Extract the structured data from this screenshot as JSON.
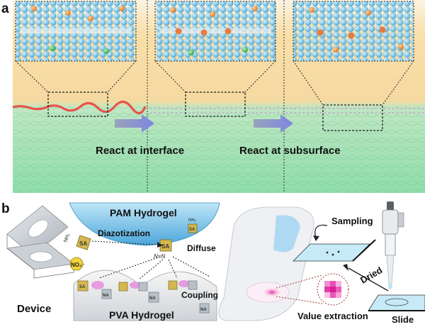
{
  "panel_a": {
    "label": "a",
    "caption_interface": "React at interface",
    "caption_subsurface": "React at subsurface"
  },
  "panel_b": {
    "label": "b",
    "pam_hydrogel": "PAM Hydrogel",
    "pva_hydrogel": "PVA Hydrogel",
    "diazotization": "Diazotization",
    "diffuse": "Diffuse",
    "coupling": "Coupling",
    "device": "Device",
    "sampling": "Sampling",
    "dried": "Dried",
    "slide": "Slide",
    "value_extraction": "Value extraction",
    "sa": "SA",
    "na": "NA",
    "no2": "NO₂⁻",
    "nh2": "NH₂",
    "n_eq_n": "N=N"
  },
  "colors": {
    "gel_top": "#f7d79c",
    "gel_bottom": "#9fe3b5",
    "sphere": "#7cc7ea",
    "interface_line": "#e8544a",
    "pink_layer": "#f3b7e8",
    "arrow": "#8a97c9",
    "pam_blue": "#5fb4e0"
  }
}
